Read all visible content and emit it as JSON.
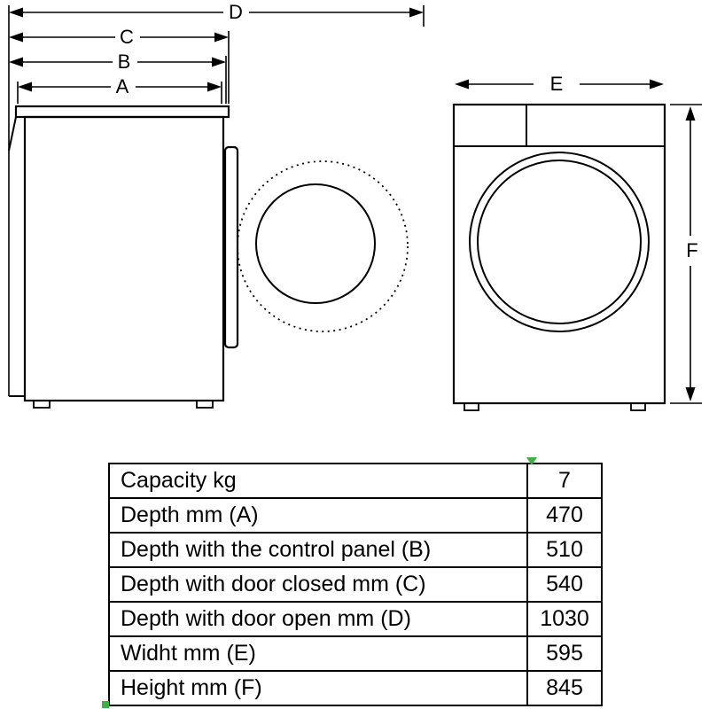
{
  "diagram": {
    "labels": {
      "a": "A",
      "b": "B",
      "c": "C",
      "d": "D",
      "e": "E",
      "f": "F"
    }
  },
  "table": {
    "rows": [
      {
        "label": "Capacity kg",
        "value": "7"
      },
      {
        "label": "Depth mm (A)",
        "value": "470"
      },
      {
        "label": "Depth with the control panel (B)",
        "value": "510"
      },
      {
        "label": "Depth with door closed mm (C)",
        "value": "540"
      },
      {
        "label": "Depth with door open mm (D)",
        "value": "1030"
      },
      {
        "label": "Widht mm (E)",
        "value": "595"
      },
      {
        "label": "Height mm (F)",
        "value": "845"
      }
    ]
  },
  "colors": {
    "line": "#000000",
    "background": "#ffffff",
    "artifact_green": "#3fae49"
  }
}
